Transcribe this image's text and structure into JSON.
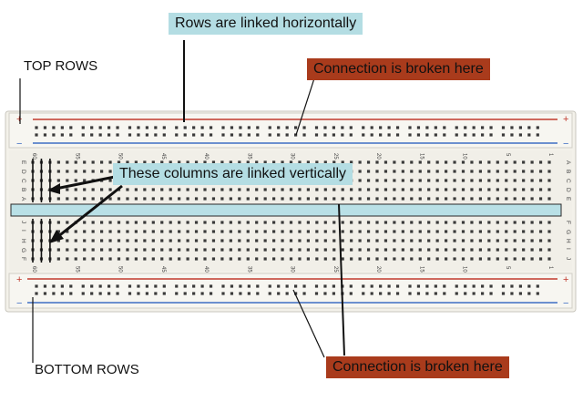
{
  "labels": {
    "top_rows": "TOP ROWS",
    "bottom_rows": "BOTTOM ROWS",
    "rows_linked": "Rows are linked horizontally",
    "broken_top": "Connection is broken here",
    "broken_bottom": "Connection is broken here",
    "columns_linked": "These columns are linked vertically"
  },
  "breadboard": {
    "column_numbers": [
      "60",
      "55",
      "50",
      "45",
      "40",
      "35",
      "30",
      "25",
      "20",
      "15",
      "10",
      "5",
      "1"
    ],
    "row_letters_upper": [
      "J",
      "I",
      "H",
      "G",
      "F"
    ],
    "row_letters_lower": [
      "E",
      "D",
      "C",
      "B",
      "A"
    ],
    "rail_sign_plus": "+",
    "rail_sign_minus": "−"
  },
  "colors": {
    "callout_light": "#b4dde3",
    "callout_brown": "#a93b1c",
    "rail_red": "#c23a2e",
    "rail_blue": "#3f6fc4",
    "board": "#f3f1ea",
    "channel": "#b9e0e6"
  }
}
